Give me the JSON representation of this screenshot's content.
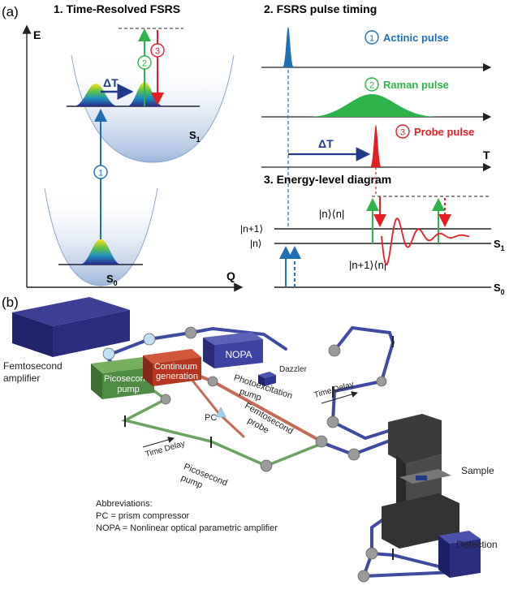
{
  "panel_a": {
    "label": "(a)",
    "section1": {
      "title": "1. Time-Resolved FSRS",
      "axis_e": "E",
      "axis_q": "Q",
      "delta_t": "ΔT",
      "s1_base": "S",
      "s1_sub": "1",
      "s0_base": "S",
      "s0_sub": "0",
      "circle_1": "1",
      "circle_2": "2",
      "circle_3": "3"
    },
    "section2": {
      "title": "2. FSRS pulse timing",
      "actinic": {
        "num": "1",
        "label": "Actinic pulse"
      },
      "raman": {
        "num": "2",
        "label": "Raman pulse"
      },
      "probe": {
        "num": "3",
        "label": "Probe pulse"
      },
      "delta_t": "ΔT",
      "axis_t": "T"
    },
    "section3": {
      "title": "3. Energy-level diagram",
      "coherence_top": "|n⟩⟨n|",
      "coherence_bottom": "|n+1⟩⟨n|",
      "level_n1": "|n+1⟩",
      "level_n": "|n⟩",
      "s1_base": "S",
      "s1_sub": "1",
      "s0_base": "S",
      "s0_sub": "0"
    }
  },
  "panel_b": {
    "label": "(b)",
    "femtosecond_amplifier": [
      "Femtosecond",
      "amplifier"
    ],
    "continuum_generation": [
      "Continuum",
      "generation"
    ],
    "picosecond_pump_box": [
      "Picosecond",
      "pump"
    ],
    "nopa": "NOPA",
    "dazzler": "Dazzler",
    "photoexcitation_pump": [
      "Photoexcitation",
      "pump"
    ],
    "time_delay_upper": "Time Delay",
    "time_delay_lower": "Time Delay",
    "pc": "PC",
    "femtosecond_probe": [
      "Femtosecond",
      "probe"
    ],
    "picosecond_pump_beam": [
      "Picosecond",
      "pump"
    ],
    "sample": "Sample",
    "detection": "Detection",
    "abbreviations": [
      "Abbreviations:",
      "PC = prism compressor",
      "NOPA = Nonlinear optical parametric amplifier"
    ]
  },
  "colors": {
    "actinic_blue": "#1f6fb5",
    "raman_green": "#2db34a",
    "probe_red": "#e31e24",
    "laser_box": "#2b2e7e",
    "continuum_box": "#b5371f",
    "pico_box": "#4f8c43"
  }
}
